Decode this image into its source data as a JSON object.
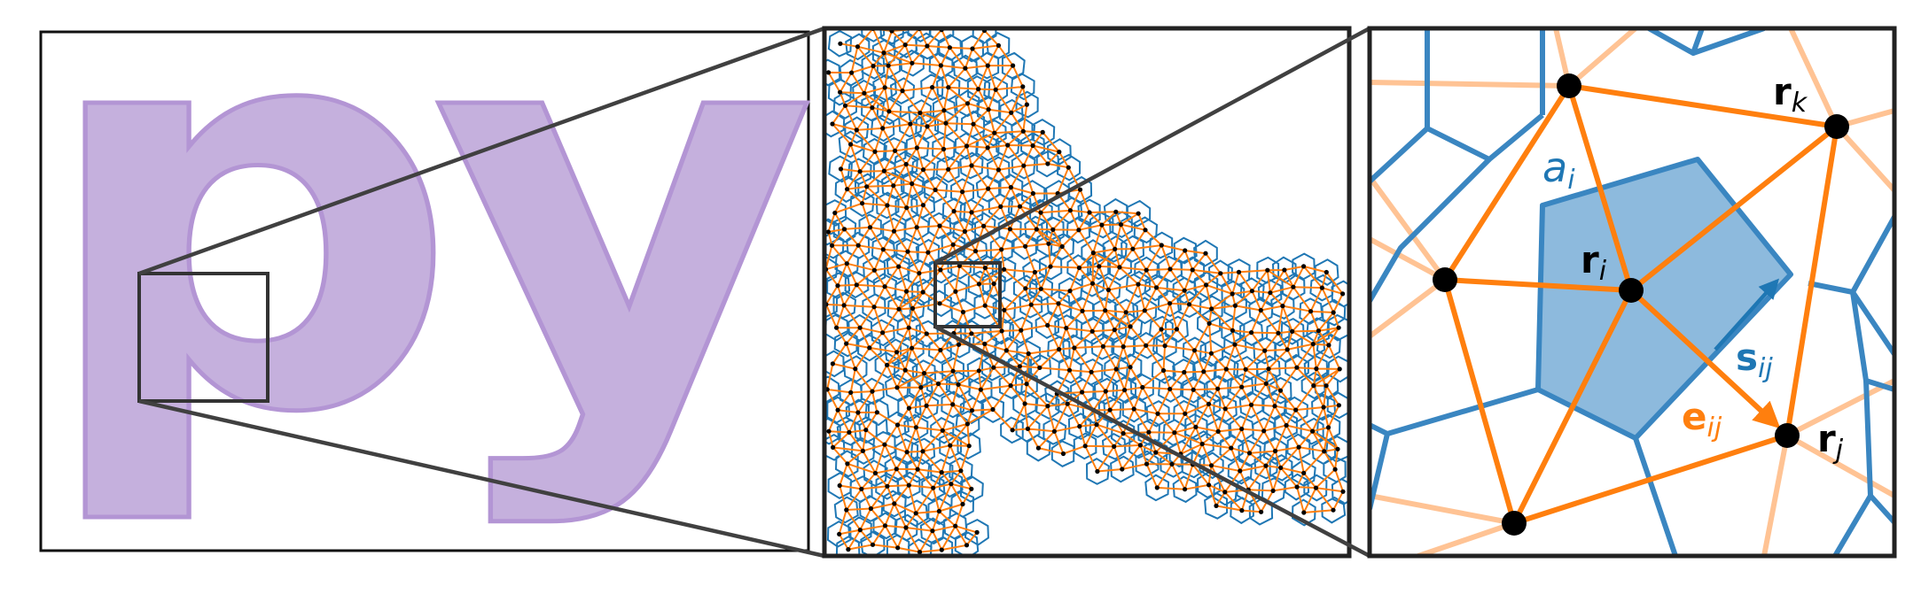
{
  "panel1": {
    "logo_text": "py",
    "colors": {
      "logo_fill": "#c5b0dd",
      "logo_stroke": "#b395d4"
    }
  },
  "panel3": {
    "labels": {
      "area_base": "a",
      "area_sub": "i",
      "ri_base": "r",
      "ri_sub": "i",
      "rj_base": "r",
      "rj_sub": "j",
      "rk_base": "r",
      "rk_sub": "k",
      "sij_base": "s",
      "sij_sub": "ij",
      "eij_base": "e",
      "eij_sub": "ij"
    },
    "colors": {
      "voronoi": "#3a86c1",
      "voronoi_fill": "#8dbadd",
      "delaunay": "#ff7f0e",
      "delaunay_faint": "#ffc394",
      "node": "#000000"
    }
  },
  "colors": {
    "frame": "#111111",
    "zoom_line": "#404040",
    "mesh_blue": "#1f77b4",
    "mesh_orange": "#ff7f0e"
  }
}
